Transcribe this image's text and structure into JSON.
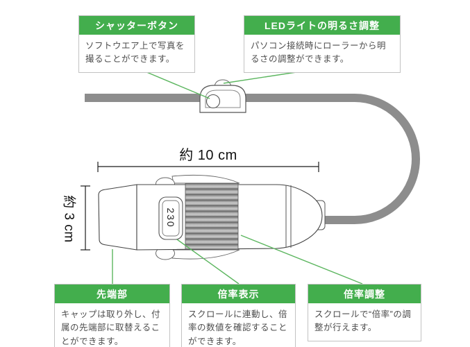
{
  "colors": {
    "accent_green": "#43ae4d",
    "connector_line_green": "#5cb65f",
    "cable_gray": "#8d8d8d"
  },
  "callouts": {
    "shutter": {
      "title": "シャッターボタン",
      "body": "ソフトウエア上で写真を撮ることができます。"
    },
    "led": {
      "title": "LEDライトの明るさ調整",
      "body": "パソコン接続時にローラーから明るさの調整ができます。"
    },
    "tip": {
      "title": "先端部",
      "body": "キャップは取り外し、付属の先端部に取替えることができます。"
    },
    "mag_display": {
      "title": "倍率表示",
      "body": "スクロールに連動し、倍率の数値を確認することができます。"
    },
    "mag_adjust": {
      "title": "倍率調整",
      "body": "スクロールで“倍率”の調整が行えます。"
    }
  },
  "dimensions": {
    "width_label": "約 10 cm",
    "height_label": "約 3 cm"
  },
  "device": {
    "magnification_value": "230"
  }
}
